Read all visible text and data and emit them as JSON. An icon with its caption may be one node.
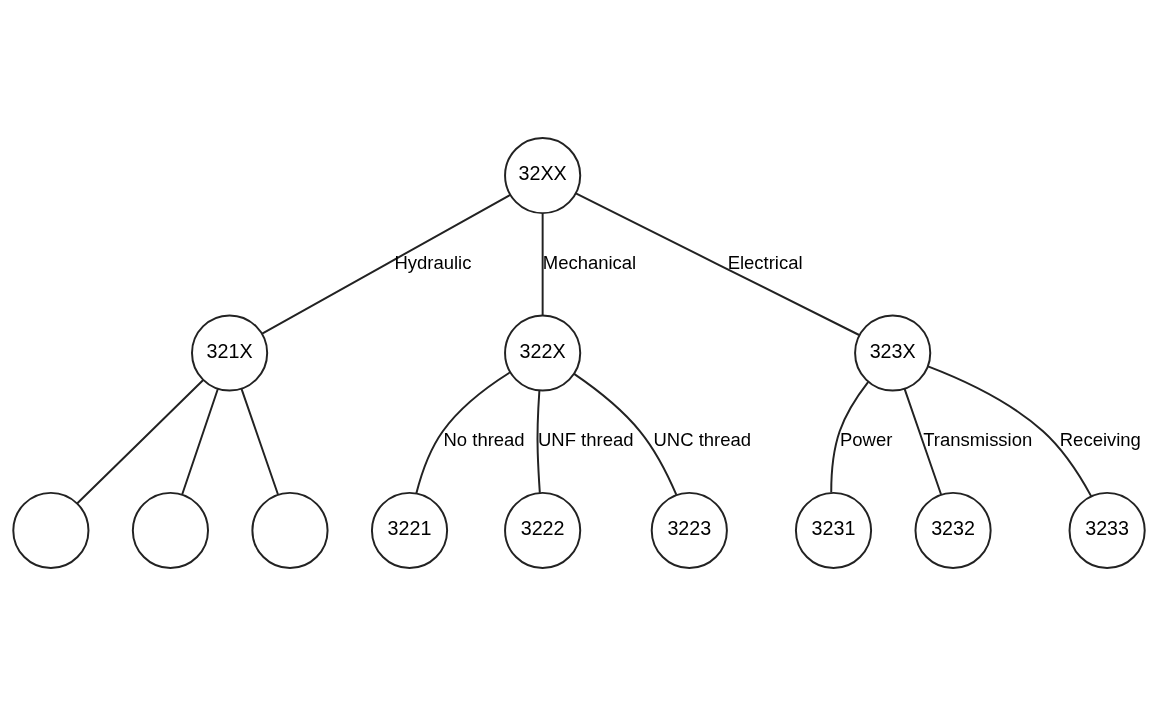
{
  "diagram": {
    "nodes": [
      {
        "text": [
          "32XX"
        ]
      },
      {
        "text": [
          "321X"
        ]
      },
      {
        "text": [
          "322X"
        ]
      },
      {
        "text": [
          "323X"
        ]
      },
      {
        "text": [],
        "shape": "circle"
      },
      {
        "text": [],
        "shape": "circle"
      },
      {
        "text": [],
        "shape": "circle"
      },
      {
        "text": [
          "3221"
        ]
      },
      {
        "text": [
          "3222"
        ]
      },
      {
        "text": [
          "3223"
        ]
      },
      {
        "text": [
          "3231"
        ]
      },
      {
        "text": [
          "3232"
        ]
      },
      {
        "text": [
          "3233"
        ]
      }
    ],
    "edges": [
      {
        "from": 0,
        "to": 1,
        "arrow": "none",
        "label": "Hydraulic"
      },
      {
        "from": 0,
        "to": 2,
        "arrow": "none",
        "label": "Mechanical"
      },
      {
        "from": 0,
        "to": 3,
        "arrow": "none",
        "label": "Electrical"
      },
      {
        "from": 1,
        "to": 4,
        "arrow": "none"
      },
      {
        "from": 1,
        "to": 5,
        "arrow": "none"
      },
      {
        "from": 1,
        "to": 6,
        "arrow": "none"
      },
      {
        "from": 2,
        "to": 7,
        "arrow": "none",
        "label": "No thread"
      },
      {
        "from": 2,
        "to": 8,
        "arrow": "none",
        "label": "UNF thread"
      },
      {
        "from": 2,
        "to": 9,
        "arrow": "none",
        "label": "UNC thread"
      },
      {
        "from": 3,
        "to": 10,
        "arrow": "none",
        "label": "Power"
      },
      {
        "from": 3,
        "to": 11,
        "arrow": "none",
        "label": "Transmission"
      },
      {
        "from": 3,
        "to": 12,
        "arrow": "none",
        "label": "Receiving"
      }
    ]
  }
}
